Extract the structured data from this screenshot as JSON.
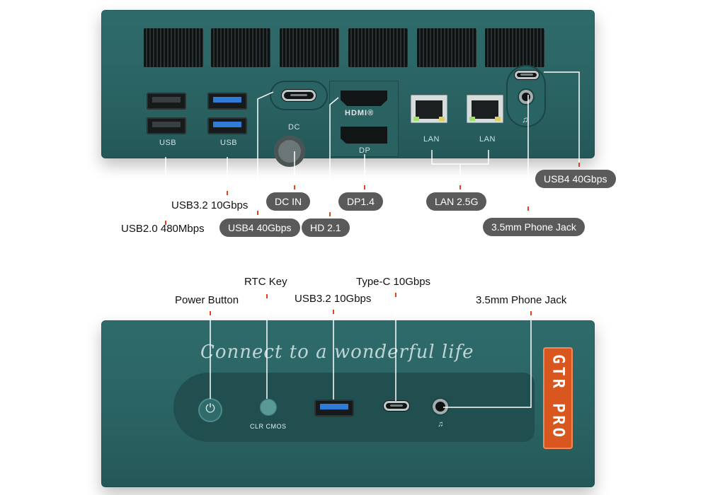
{
  "rear_panel": {
    "port_labels": {
      "usb_1": "USB",
      "usb_2": "USB",
      "dc": "DC",
      "dp": "DP",
      "lan_1": "LAN",
      "lan_2": "LAN",
      "hdmi_logo": "HDMI®"
    },
    "callouts": {
      "usb2": "USB2.0 480Mbps",
      "usb32": "USB3.2 10Gbps",
      "usb4_rear_left": "USB4 40Gbps",
      "dc_in": "DC IN",
      "hd": "HD 2.1",
      "dp": "DP1.4",
      "lan": "LAN 2.5G",
      "usb4_rear_right": "USB4 40Gbps",
      "phone_jack": "3.5mm Phone Jack"
    }
  },
  "front_panel": {
    "slogan": "Connect to a wonderful life",
    "clr_cmos_label": "CLR CMOS",
    "badge_text": "GTR PRO",
    "callouts": {
      "power_button": "Power Button",
      "rtc_key": "RTC Key",
      "usb32": "USB3.2 10Gbps",
      "type_c": "Type-C 10Gbps",
      "phone_jack": "3.5mm Phone Jack"
    }
  },
  "colors": {
    "device_body": "#2f6b6b",
    "pill_bg": "#5a5a5a",
    "accent_tick": "#e3431c",
    "badge": "#d9561f",
    "usb3_blue": "#2e7bd8"
  }
}
